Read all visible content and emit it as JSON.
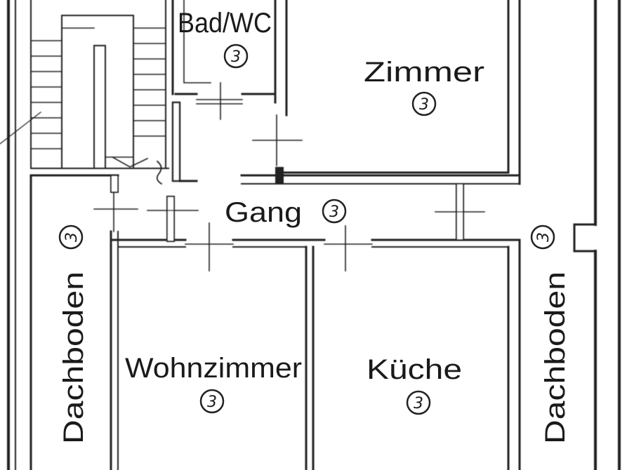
{
  "rooms": {
    "bad_wc": {
      "label": "Bad/WC",
      "unit": "3"
    },
    "zimmer": {
      "label": "Zimmer",
      "unit": "3"
    },
    "gang": {
      "label": "Gang",
      "unit": "3"
    },
    "wohnzimmer": {
      "label": "Wohnzimmer",
      "unit": "3"
    },
    "kueche": {
      "label": "Küche",
      "unit": "3"
    },
    "dachboden_left": {
      "label": "Dachboden",
      "unit": "3"
    },
    "dachboden_right": {
      "label": "Dachboden",
      "unit": "3"
    }
  }
}
